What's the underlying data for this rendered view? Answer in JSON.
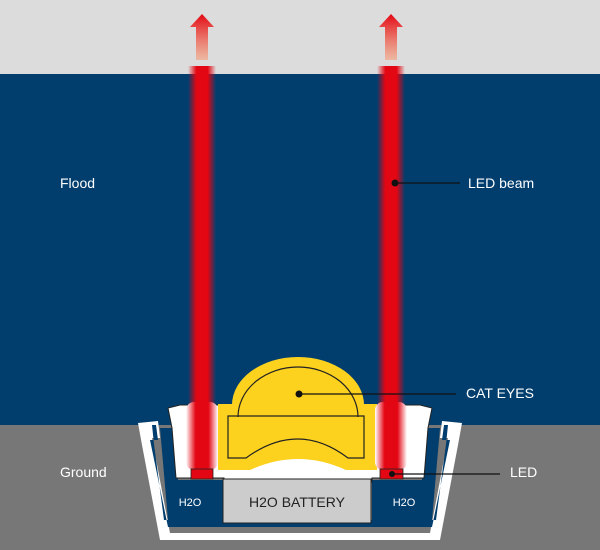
{
  "labels": {
    "flood": "Flood",
    "ground": "Ground",
    "led_beam": "LED beam",
    "cat_eyes": "CAT EYES",
    "led": "LED",
    "battery": "H2O BATTERY",
    "h2o_left": "H2O",
    "h2o_right": "H2O"
  },
  "colors": {
    "sky": "#dcdcdc",
    "flood": "#013e6e",
    "ground": "#777777",
    "beam": "#e30613",
    "cat_eye": "#fdd21f",
    "battery": "#cccccc"
  }
}
